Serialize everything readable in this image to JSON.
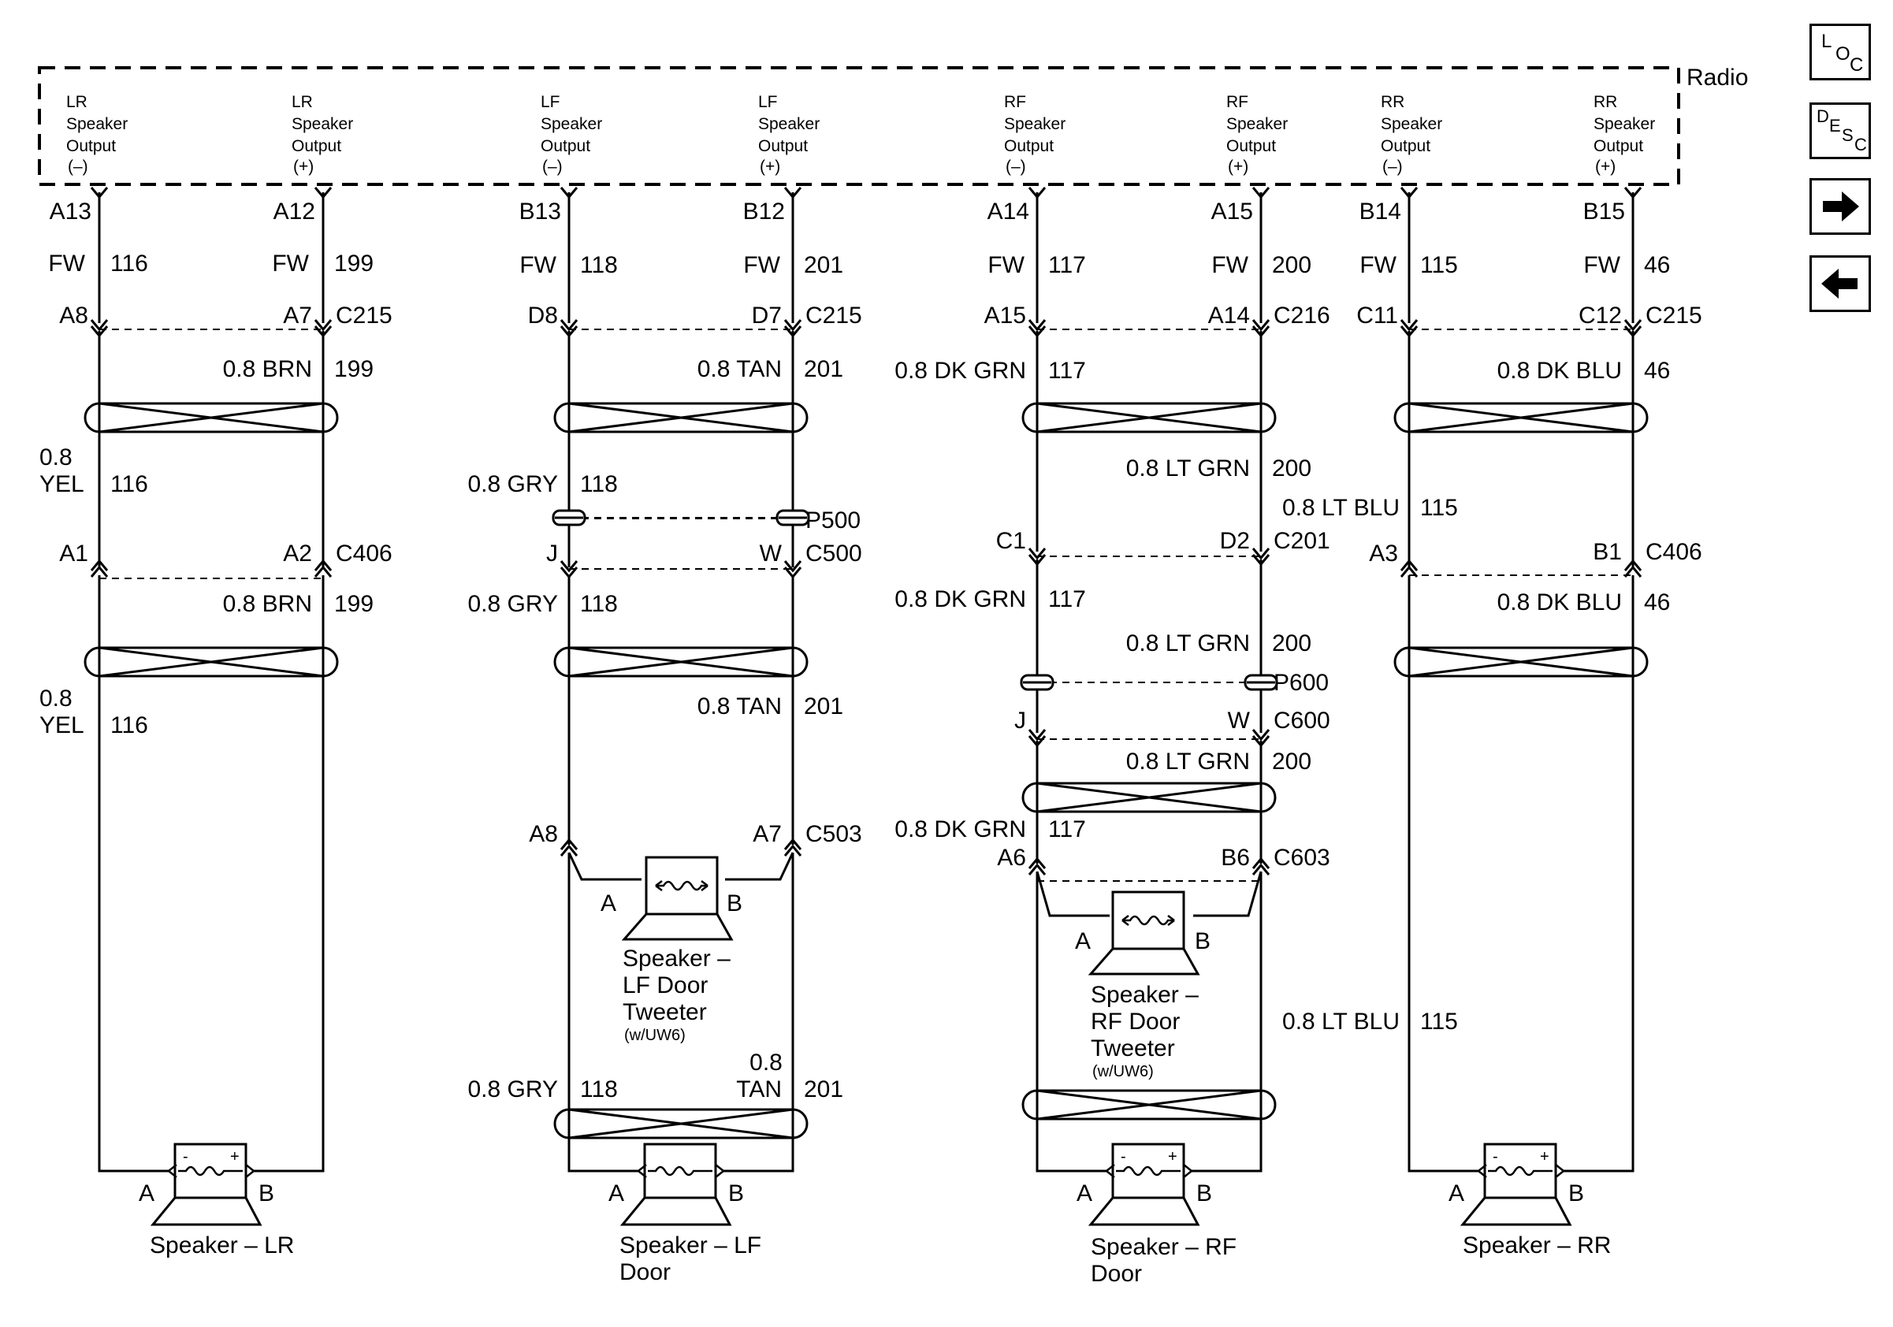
{
  "radio": {
    "label": "Radio",
    "outputs": [
      {
        "ch": "LR",
        "l1": "Speaker",
        "l2": "Output",
        "pol": "(–)"
      },
      {
        "ch": "LR",
        "l1": "Speaker",
        "l2": "Output",
        "pol": "(+)"
      },
      {
        "ch": "LF",
        "l1": "Speaker",
        "l2": "Output",
        "pol": "(–)"
      },
      {
        "ch": "LF",
        "l1": "Speaker",
        "l2": "Output",
        "pol": "(+)"
      },
      {
        "ch": "RF",
        "l1": "Speaker",
        "l2": "Output",
        "pol": "(–)"
      },
      {
        "ch": "RF",
        "l1": "Speaker",
        "l2": "Output",
        "pol": "(+)"
      },
      {
        "ch": "RR",
        "l1": "Speaker",
        "l2": "Output",
        "pol": "(–)"
      },
      {
        "ch": "RR",
        "l1": "Speaker",
        "l2": "Output",
        "pol": "(+)"
      }
    ]
  },
  "nav": {
    "loc": {
      "l": "L",
      "o": "O",
      "c": "C"
    },
    "desc": {
      "d": "D",
      "e": "E",
      "s": "S",
      "c": "C"
    },
    "next": "➔",
    "prev": "←"
  },
  "pins_top": [
    "A13",
    "A12",
    "B13",
    "B12",
    "A14",
    "A15",
    "B14",
    "B15"
  ],
  "fw": "FW",
  "circuits_top": [
    "116",
    "199",
    "118",
    "201",
    "117",
    "200",
    "115",
    "46"
  ],
  "row1": {
    "pins": [
      "A8",
      "A7",
      "D8",
      "D7",
      "A15",
      "A14",
      "C11",
      "C12"
    ],
    "connectors": [
      "C215",
      "C215",
      "C216",
      "C215"
    ]
  },
  "wires": {
    "lr_plus_1": {
      "color": "0.8 BRN",
      "circuit": "199"
    },
    "lr_minus_1": {
      "size": "0.8",
      "color": "YEL",
      "circuit": "116"
    },
    "lf_plus_1": {
      "color": "0.8 TAN",
      "circuit": "201"
    },
    "lf_minus_1": {
      "color": "0.8 GRY",
      "circuit": "118"
    },
    "rf_minus_1": {
      "color": "0.8 DK GRN",
      "circuit": "117"
    },
    "rf_plus_1": {
      "color": "0.8 LT GRN",
      "circuit": "200"
    },
    "rf_plus_blu": {
      "color": "0.8 LT BLU",
      "circuit": "115"
    },
    "rr_plus_1": {
      "color": "0.8 DK BLU",
      "circuit": "46"
    },
    "lr_plus_2": {
      "color": "0.8 BRN",
      "circuit": "199"
    },
    "lr_minus_2": {
      "size": "0.8",
      "color": "YEL",
      "circuit": "116"
    },
    "lf_minus_2": {
      "color": "0.8 GRY",
      "circuit": "118"
    },
    "lf_plus_2": {
      "color": "0.8 TAN",
      "circuit": "201"
    },
    "rf_minus_2": {
      "color": "0.8 DK GRN",
      "circuit": "117"
    },
    "rf_plus_2": {
      "color": "0.8 LT GRN",
      "circuit": "200"
    },
    "rr_plus_2": {
      "color": "0.8 DK BLU",
      "circuit": "46"
    },
    "rf_plus_3": {
      "color": "0.8 LT GRN",
      "circuit": "200"
    },
    "rf_minus_3": {
      "color": "0.8 DK GRN",
      "circuit": "117"
    },
    "lf_minus_3": {
      "color": "0.8 GRY",
      "circuit": "118"
    },
    "lf_plus_3": {
      "size": "0.8",
      "color": "TAN",
      "circuit": "201"
    },
    "rr_blu_bottom": {
      "color": "0.8 LT BLU",
      "circuit": "115"
    }
  },
  "row2": {
    "lr": {
      "a": "A1",
      "b": "A2",
      "conn": "C406"
    },
    "lf": {
      "a": "J",
      "b": "W",
      "conn": "C500",
      "splice": "P500"
    },
    "rf": {
      "a": "C1",
      "b": "D2",
      "conn": "C201"
    },
    "rr": {
      "a": "A3",
      "b": "B1",
      "conn": "C406"
    }
  },
  "rf_row3": {
    "a": "J",
    "b": "W",
    "conn": "C600",
    "splice": "P600"
  },
  "tweeter_conn": {
    "lf": {
      "a": "A8",
      "b": "A7",
      "conn": "C503"
    },
    "rf": {
      "a": "A6",
      "b": "B6",
      "conn": "C603"
    }
  },
  "speakers": {
    "pin_a": "A",
    "pin_b": "B",
    "minus": "-",
    "plus": "+",
    "lf_tweeter": {
      "l1": "Speaker –",
      "l2": "LF Door",
      "l3": "Tweeter",
      "note": "(w/UW6)"
    },
    "rf_tweeter": {
      "l1": "Speaker –",
      "l2": "RF Door",
      "l3": "Tweeter",
      "note": "(w/UW6)"
    },
    "lr": {
      "l1": "Speaker – LR"
    },
    "lf": {
      "l1": "Speaker – LF",
      "l2": "Door"
    },
    "rf": {
      "l1": "Speaker – RF",
      "l2": "Door"
    },
    "rr": {
      "l1": "Speaker – RR"
    }
  }
}
